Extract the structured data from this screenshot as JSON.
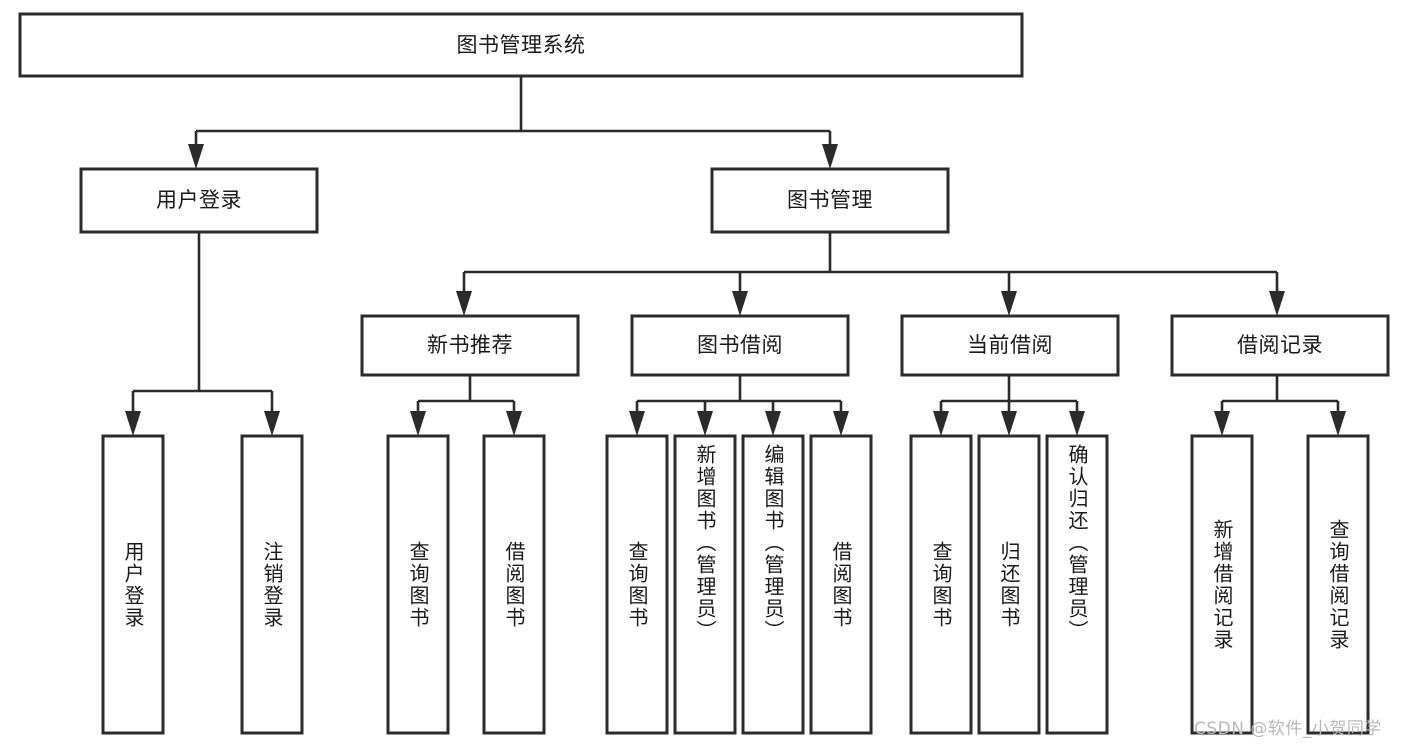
{
  "diagram": {
    "title": "图书管理系统",
    "type": "tree-hierarchy",
    "root": {
      "id": "root",
      "label": "图书管理系统"
    },
    "level2": [
      {
        "id": "user-login",
        "label": "用户登录"
      },
      {
        "id": "book-management",
        "label": "图书管理"
      }
    ],
    "level3": [
      {
        "id": "new-book-recommend",
        "label": "新书推荐"
      },
      {
        "id": "book-borrow",
        "label": "图书借阅"
      },
      {
        "id": "current-borrow",
        "label": "当前借阅"
      },
      {
        "id": "borrow-record",
        "label": "借阅记录"
      }
    ],
    "leaves": {
      "user_login": [
        {
          "id": "leaf-user-login",
          "label": "用户登录"
        },
        {
          "id": "leaf-logout-login",
          "label": "注销登录"
        }
      ],
      "new_book_recommend": [
        {
          "id": "leaf-query-book-1",
          "label": "查询图书"
        },
        {
          "id": "leaf-borrow-book-1",
          "label": "借阅图书"
        }
      ],
      "book_borrow": [
        {
          "id": "leaf-query-book-2",
          "label": "查询图书"
        },
        {
          "id": "leaf-add-book",
          "label": "新增图书（管理员）"
        },
        {
          "id": "leaf-edit-book",
          "label": "编辑图书（管理员）"
        },
        {
          "id": "leaf-borrow-book-2",
          "label": "借阅图书"
        }
      ],
      "current_borrow": [
        {
          "id": "leaf-query-book-3",
          "label": "查询图书"
        },
        {
          "id": "leaf-return-book",
          "label": "归还图书"
        },
        {
          "id": "leaf-confirm-return",
          "label": "确认归还（管理员）"
        }
      ],
      "borrow_record": [
        {
          "id": "leaf-add-record",
          "label": "新增借阅记录"
        },
        {
          "id": "leaf-query-record",
          "label": "查询借阅记录"
        }
      ]
    }
  },
  "watermark": {
    "text": "CSDN @软件_小贺同学"
  },
  "colors": {
    "stroke": "#2b2b2b",
    "fill": "#ffffff",
    "text": "#1a1a1a",
    "watermark": "#b9b9b9"
  }
}
